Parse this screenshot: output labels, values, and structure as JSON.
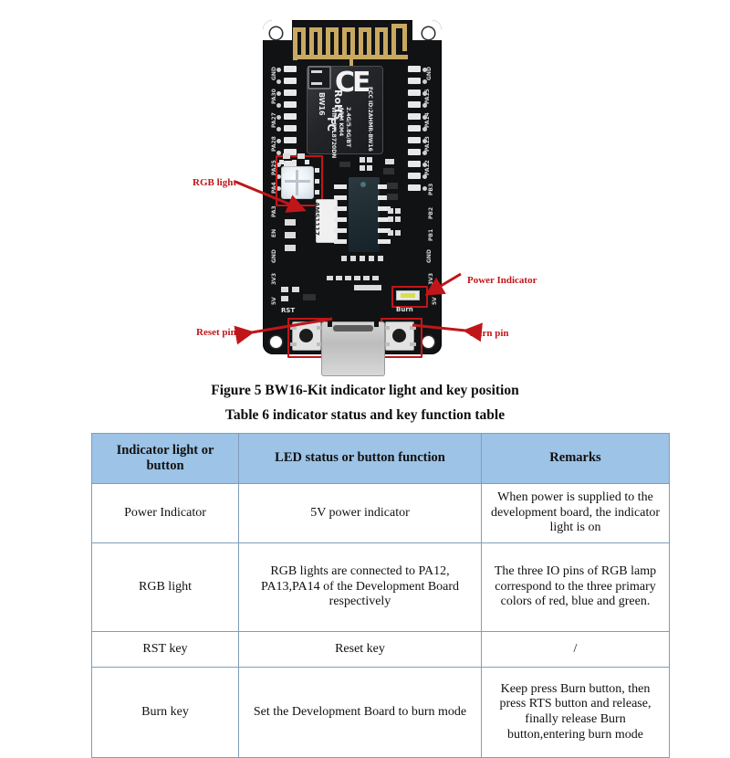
{
  "figure": {
    "board": {
      "module_lines": [
        "BW16",
        "WIFI RTL8720DN",
        "ARM KM4",
        "2.4G/5.8G/BT",
        "FCC ID:2AHMR-BW16"
      ],
      "ce_mark": "CE",
      "rohs_mark": "RoHS",
      "fcc_mark": "FC",
      "regulator_label": "AMS1117",
      "silk_rst": "RST",
      "silk_burn": "Burn",
      "pins_left": [
        "GND",
        "PA30",
        "PA27",
        "PA28",
        "PA25",
        "PA4",
        "PA3",
        "EN",
        "GND",
        "3V3",
        "5V"
      ],
      "pins_right": [
        "GND",
        "PA15",
        "PA14",
        "PA13",
        "PA12",
        "PB3",
        "PB2",
        "PB1",
        "GND",
        "3V3",
        "5V"
      ]
    },
    "callouts": {
      "rgb_light": "RGB light",
      "reset_pin": "Reset pin",
      "power_indicator": "Power Indicator",
      "burn_pin": "Burn pin"
    }
  },
  "captions": {
    "figure": "Figure 5 BW16-Kit indicator light and key position",
    "table": "Table 6 indicator status and key function table"
  },
  "table": {
    "headers": [
      "Indicator light or button",
      "LED status or button function",
      "Remarks"
    ],
    "rows": [
      {
        "item": "Power Indicator",
        "function": "5V power indicator",
        "remarks": "When power is supplied to the development board, the indicator light is on"
      },
      {
        "item": "RGB light",
        "function": "RGB lights are connected to PA12, PA13,PA14 of the Development Board respectively",
        "remarks": "The three IO pins of RGB lamp correspond to the three primary colors of red, blue and green."
      },
      {
        "item": "RST key",
        "function": "Reset key",
        "remarks": "/"
      },
      {
        "item": "Burn key",
        "function": "Set the Development Board to burn mode",
        "remarks": "Keep press Burn button, then press RTS button and release, finally release Burn button,entering burn mode"
      }
    ]
  },
  "colors": {
    "header_blue": "#9dc3e6",
    "border_blue": "#7f9db9",
    "callout_red": "#c0161a",
    "pcb_black": "#111214",
    "antenna_gold": "#c9a961",
    "power_led_green": "#d7e04a"
  }
}
